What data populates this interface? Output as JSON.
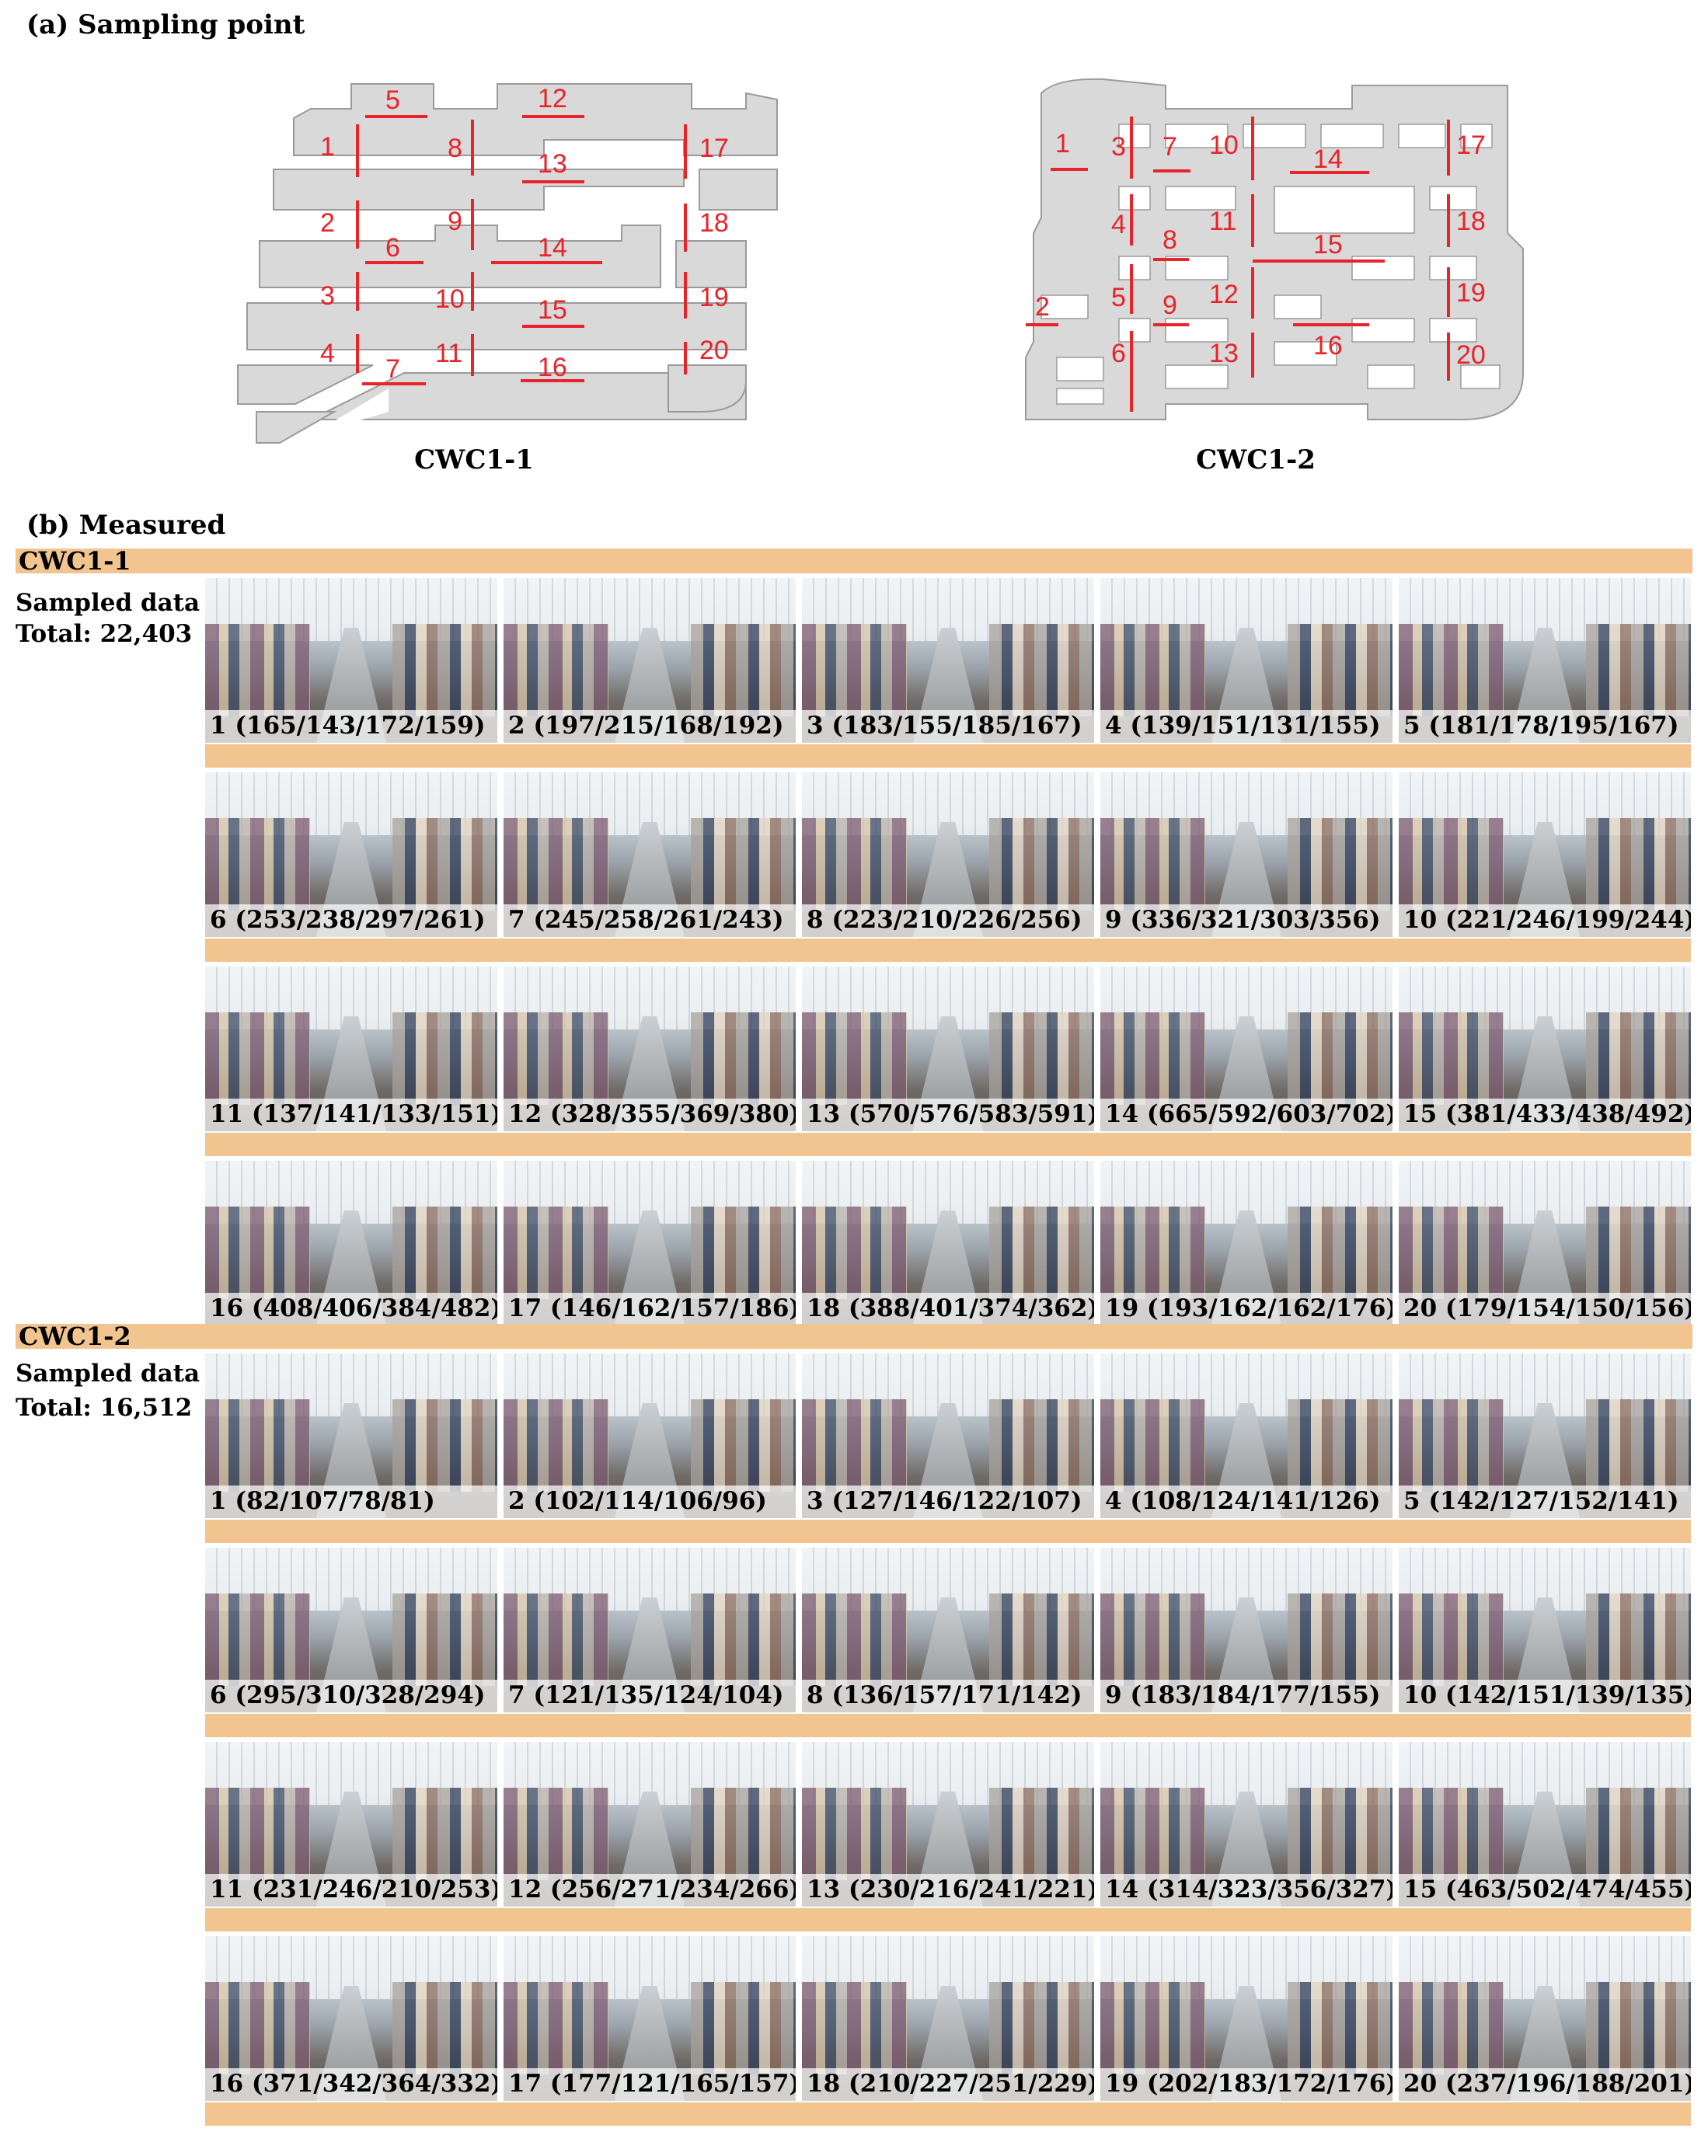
{
  "section_a": {
    "title": "(a) Sampling point",
    "plan1": {
      "caption": "CWC1-1",
      "points": [
        "1",
        "2",
        "3",
        "4",
        "5",
        "6",
        "7",
        "8",
        "9",
        "10",
        "11",
        "12",
        "13",
        "14",
        "15",
        "16",
        "17",
        "18",
        "19",
        "20"
      ]
    },
    "plan2": {
      "caption": "CWC1-2",
      "points": [
        "1",
        "2",
        "3",
        "4",
        "5",
        "6",
        "7",
        "8",
        "9",
        "10",
        "11",
        "12",
        "13",
        "14",
        "15",
        "16",
        "17",
        "18",
        "19",
        "20"
      ]
    }
  },
  "section_b": {
    "title": "(b) Measured",
    "group1": {
      "label": "CWC1-1",
      "note_line1": "Sampled data",
      "note_line2": "Total: 22,403",
      "photos": [
        {
          "caption": "1  (165/143/172/159)"
        },
        {
          "caption": "2  (197/215/168/192)"
        },
        {
          "caption": "3  (183/155/185/167)"
        },
        {
          "caption": "4  (139/151/131/155)"
        },
        {
          "caption": "5  (181/178/195/167)"
        },
        {
          "caption": "6  (253/238/297/261)"
        },
        {
          "caption": "7  (245/258/261/243)"
        },
        {
          "caption": "8  (223/210/226/256)"
        },
        {
          "caption": "9  (336/321/303/356)"
        },
        {
          "caption": "10  (221/246/199/244)"
        },
        {
          "caption": "11 (137/141/133/151)"
        },
        {
          "caption": "12 (328/355/369/380)"
        },
        {
          "caption": "13  (570/576/583/591)"
        },
        {
          "caption": "14 (665/592/603/702)"
        },
        {
          "caption": "15  (381/433/438/492)"
        },
        {
          "caption": "16 (408/406/384/482)"
        },
        {
          "caption": "17 (146/162/157/186)"
        },
        {
          "caption": "18  (388/401/374/362)"
        },
        {
          "caption": "19  (193/162/162/176)"
        },
        {
          "caption": "20  (179/154/150/156)"
        }
      ]
    },
    "group2": {
      "label": "CWC1-2",
      "note_line1": "Sampled data",
      "note_line2": "Total: 16,512",
      "photos": [
        {
          "caption": "1  (82/107/78/81)"
        },
        {
          "caption": "2  (102/114/106/96)"
        },
        {
          "caption": "3  (127/146/122/107)"
        },
        {
          "caption": "4  (108/124/141/126)"
        },
        {
          "caption": "5  (142/127/152/141)"
        },
        {
          "caption": "6  (295/310/328/294)"
        },
        {
          "caption": "7  (121/135/124/104)"
        },
        {
          "caption": "8  (136/157/171/142)"
        },
        {
          "caption": "9  (183/184/177/155)"
        },
        {
          "caption": "10  (142/151/139/135)"
        },
        {
          "caption": "11 (231/246/210/253)"
        },
        {
          "caption": "12 (256/271/234/266)"
        },
        {
          "caption": "13 (230/216/241/221)"
        },
        {
          "caption": "14  (314/323/356/327)"
        },
        {
          "caption": "15  (463/502/474/455)"
        },
        {
          "caption": "16 (371/342/364/332)"
        },
        {
          "caption": "17 (177/121/165/157)"
        },
        {
          "caption": "18 (210/227/251/229)"
        },
        {
          "caption": "19 (202/183/172/176)"
        },
        {
          "caption": "20  (237/196/188/201)"
        }
      ]
    }
  },
  "colors": {
    "band": "#f2c590",
    "plan_fill": "#d9d9d9",
    "plan_stroke": "#9a9a9a",
    "marker": "#e8232a"
  }
}
